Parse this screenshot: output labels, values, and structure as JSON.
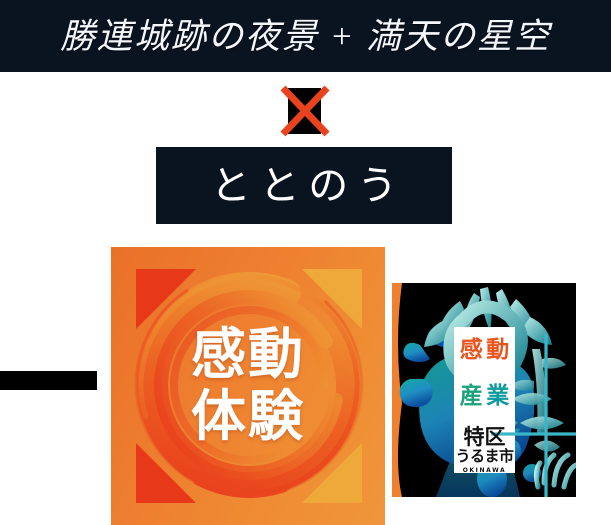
{
  "banner": {
    "title": "勝連城跡の夜景 + 満天の星空"
  },
  "multiply_mark": {
    "symbol": "×",
    "stroke_color": "#e8431e",
    "block_color": "#000000"
  },
  "totonou_box": {
    "title": "ととのう",
    "background_color": "#0a1320"
  },
  "left_bar": {
    "color": "#000000"
  },
  "kando_card": {
    "line1": "感動",
    "line2": "体験",
    "base_color": "#ee8030",
    "accent_red": "#e8381a",
    "accent_gold": "#efa93b",
    "text_color": "#ffffff"
  },
  "uruma_logo": {
    "panel_color": "#000000",
    "card_background": "#ffffff",
    "cell_kan": "感",
    "cell_do": "動",
    "cell_san": "産",
    "cell_gyo": "業",
    "tokku": "特区",
    "city": "うるま市",
    "romaji": "OKINAWA",
    "color_kan": "#e8541c",
    "color_san": "#1aa27a",
    "color_teal": "#0e9aa0"
  }
}
